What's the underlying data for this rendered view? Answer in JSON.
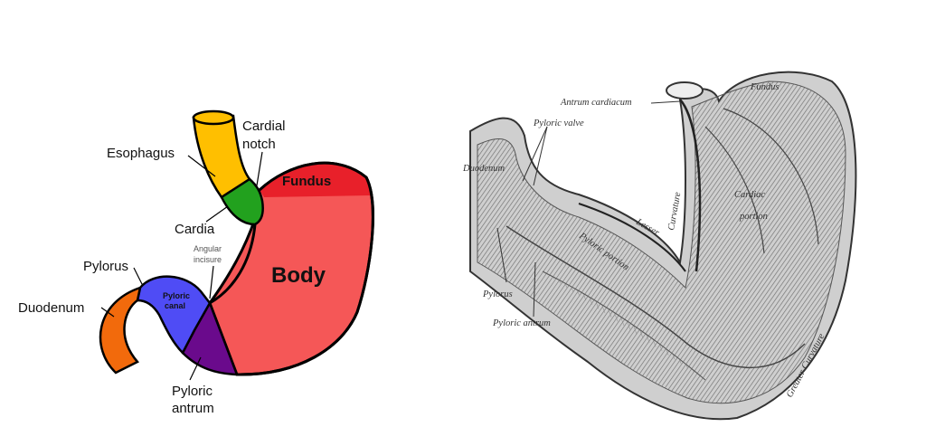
{
  "left_diagram": {
    "labels": {
      "cardial_notch_1": "Cardial",
      "cardial_notch_2": "notch",
      "esophagus": "Esophagus",
      "fundus": "Fundus",
      "cardia": "Cardia",
      "angular_1": "Angular",
      "angular_2": "incisure",
      "pylorus": "Pylorus",
      "body": "Body",
      "pyloric_canal_1": "Pyloric",
      "pyloric_canal_2": "canal",
      "duodenum": "Duodenum",
      "pyloric_antrum_1": "Pyloric",
      "pyloric_antrum_2": "antrum"
    },
    "colors": {
      "esophagus": "#ffbf00",
      "cardia": "#22a11e",
      "fundus": "#e8202a",
      "body": "#f55757",
      "pyloric_canal": "#4f4cf5",
      "pyloric_antrum": "#6a0a8c",
      "duodenum": "#f26a0c",
      "outline": "#000000"
    }
  },
  "right_diagram": {
    "labels": {
      "antrum_cardiacum": "Antrum cardiacum",
      "fundus": "Fundus",
      "pyloric_valve": "Pyloric valve",
      "duodenum": "Duodenum",
      "cardiac_portion_1": "Cardiac",
      "cardiac_portion_2": "portion",
      "lesser": "Lesser",
      "curvature_lesser": "Curvature",
      "pyloric_portion": "Pyloric portion",
      "pylorus": "Pylorus",
      "pyloric_antrum": "Pyloric antrum",
      "greater_curvature": "Greater Curvature"
    }
  }
}
